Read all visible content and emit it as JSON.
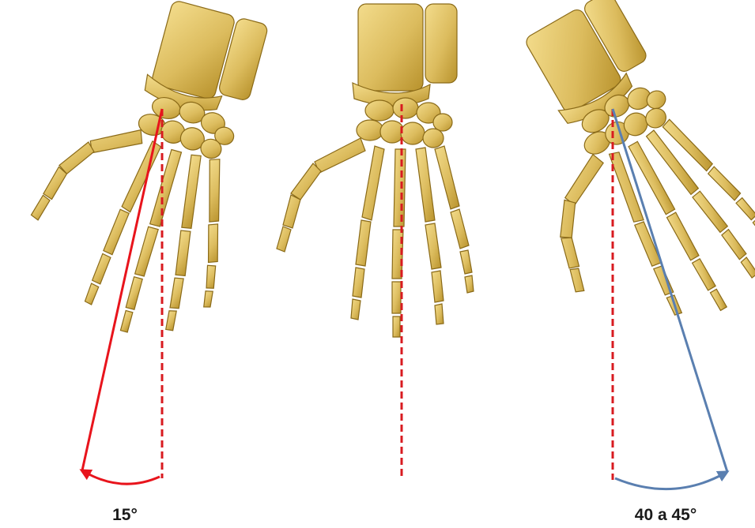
{
  "panels": [
    {
      "id": "radial-deviation",
      "angle_label": "15°",
      "angle_degrees": 15,
      "measure_color": "#e8141c",
      "reference_color": "#d81b20"
    },
    {
      "id": "neutral",
      "angle_label": "",
      "reference_color": "#d81b20"
    },
    {
      "id": "ulnar-deviation",
      "angle_label": "40 a 45°",
      "angle_degrees_range": [
        40,
        45
      ],
      "measure_color": "#5a7fb0",
      "reference_color": "#d81b20"
    }
  ],
  "colors": {
    "bone": "#e2c46a",
    "bone_shadow": "#b8922c",
    "background": "#ffffff"
  }
}
